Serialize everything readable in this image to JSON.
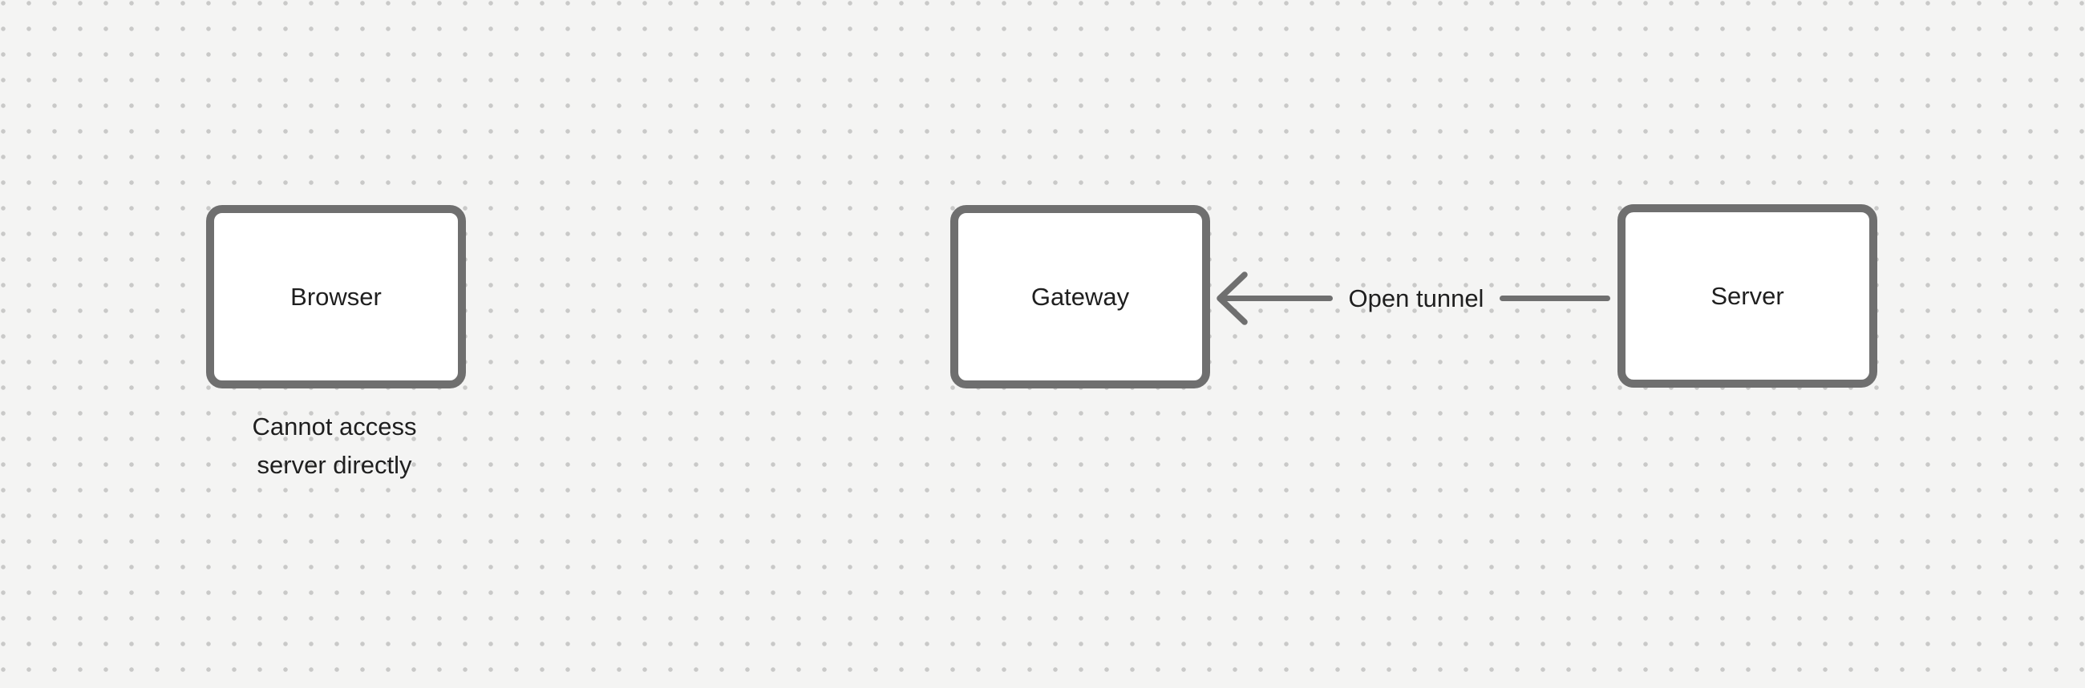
{
  "canvas": {
    "background_color": "#f4f4f3",
    "dot_color": "#c9c9c8",
    "node_border_color": "#6f6f6f",
    "node_fill_color": "#ffffff",
    "arrow_color": "#6f6f6f",
    "text_color": "#1f1f1f"
  },
  "nodes": [
    {
      "id": "browser",
      "label": "Browser"
    },
    {
      "id": "gateway",
      "label": "Gateway"
    },
    {
      "id": "server",
      "label": "Server"
    }
  ],
  "annotations": {
    "browser_caption": "Cannot access\nserver directly"
  },
  "arrow": {
    "label": "Open tunnel",
    "from": "Server",
    "to": "Gateway",
    "direction": "right-to-left"
  }
}
